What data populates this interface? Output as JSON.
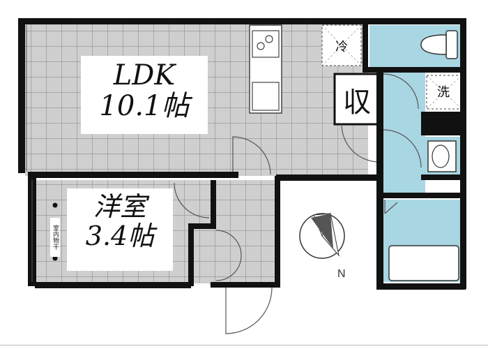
{
  "rooms": {
    "ldk": {
      "name": "LDK",
      "size": "10.1帖"
    },
    "yoshitsu": {
      "name": "洋室",
      "size": "3.4帖"
    }
  },
  "fixtures": {
    "fridge": "冷",
    "storage": "収",
    "washer": "洗",
    "shoe_cabinet": "室内物干"
  },
  "compass": {
    "label": "N"
  },
  "colors": {
    "wall": "#111111",
    "tile_fill": "#cfcfcf",
    "tile_line": "#8e8e8e",
    "wet_area": "#a9d6e3",
    "compass_needle": "#555555"
  }
}
